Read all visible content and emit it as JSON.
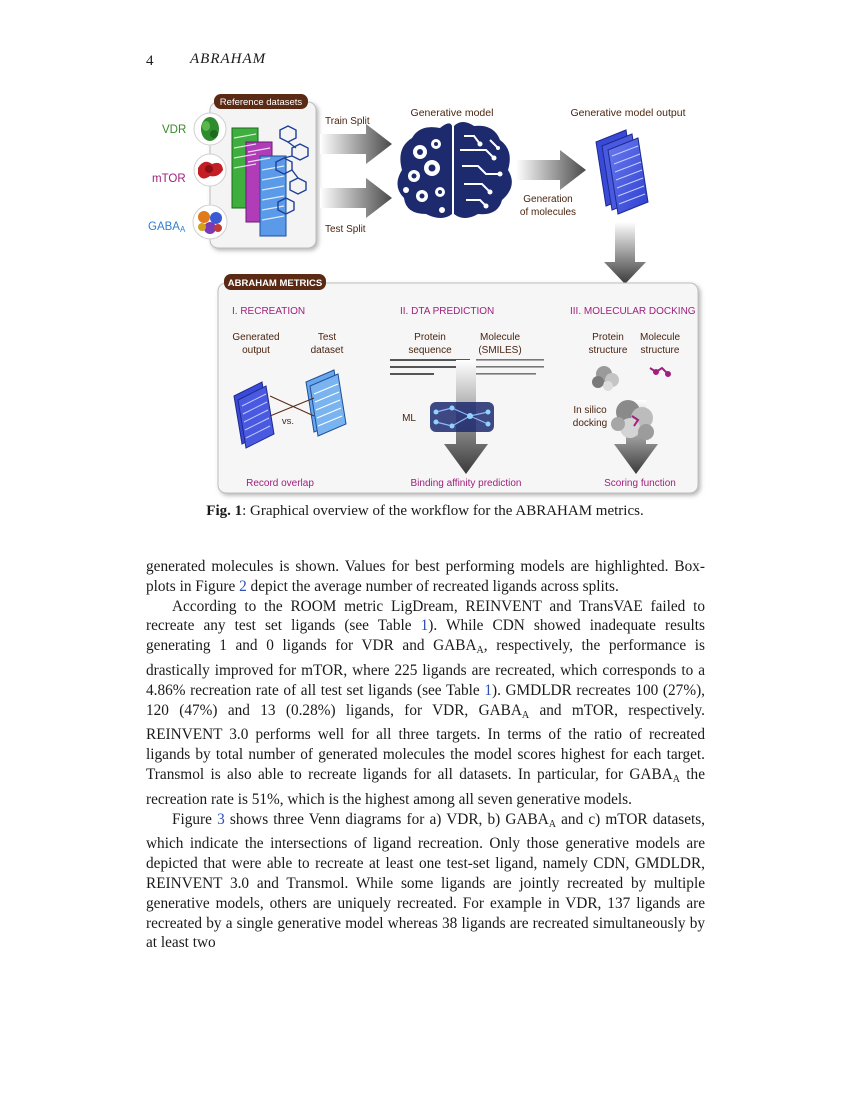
{
  "page": {
    "number": "4",
    "running_head": "ABRAHAM"
  },
  "figure": {
    "reference_datasets_label": "Reference datasets",
    "targets": [
      {
        "name": "VDR",
        "color": "#3a8a2a"
      },
      {
        "name": "mTOR",
        "color": "#a0207e"
      },
      {
        "name": "GABA",
        "sub": "A",
        "color": "#2f7fd0"
      }
    ],
    "train_split": "Train Split",
    "test_split": "Test Split",
    "generative_model": "Generative model",
    "generative_model_output": "Generative model output",
    "generation_line1": "Generation",
    "generation_line2": "of molecules",
    "metrics_title": "ABRAHAM METRICS",
    "sections": {
      "recreation": {
        "title": "I. RECREATION",
        "col1_l1": "Generated",
        "col1_l2": "output",
        "col2_l1": "Test",
        "col2_l2": "dataset",
        "vs": "vs.",
        "footer": "Record overlap"
      },
      "dta": {
        "title": "II. DTA PREDICTION",
        "col1_l1": "Protein",
        "col1_l2": "sequence",
        "col2_l1": "Molecule",
        "col2_l2": "(SMILES)",
        "ml": "ML",
        "footer": "Binding affinity prediction"
      },
      "docking": {
        "title": "III. MOLECULAR DOCKING",
        "col1_l1": "Protein",
        "col1_l2": "structure",
        "col2_l1": "Molecule",
        "col2_l2": "structure",
        "insilico_l1": "In silico",
        "insilico_l2": "docking",
        "footer": "Scoring function"
      }
    },
    "colors": {
      "brown": "#5a2a14",
      "magenta": "#a0207e",
      "blue": "#2f3fd0",
      "navy": "#1d2a6e"
    }
  },
  "caption": {
    "label": "Fig. 1",
    "text": ": Graphical overview of the workflow for the ABRAHAM metrics."
  },
  "body": {
    "p1": "generated molecules is shown. Values for best performing models are highlighted. Box-plots in Figure ",
    "p1_ref": "2",
    "p1_end": " depict the average number of recreated ligands across splits.",
    "p2_a": "According to the ROOM metric LigDream, REINVENT and TransVAE failed to recreate any test set ligands (see Table ",
    "p2_ref1": "1",
    "p2_b": "). While CDN showed inadequate results generating 1 and 0 ligands for VDR and GABA",
    "p2_c": ", respectively, the performance is drastically improved for mTOR, where 225 ligands are recreated, which corresponds to a 4.86% recreation rate of all test set ligands (see Table ",
    "p2_ref2": "1",
    "p2_d": "). GMDLDR recreates 100 (27%), 120 (47%) and 13 (0.28%) ligands, for VDR, GABA",
    "p2_e": " and mTOR, respectively. REINVENT 3.0 performs well for all three targets. In terms of the ratio of recreated ligands by total number of generated molecules the model scores highest for each target. Transmol is also able to recreate ligands for all datasets. In particular, for GABA",
    "p2_f": " the recreation rate is 51%, which is the highest among all seven generative models.",
    "p3_a": "Figure ",
    "p3_ref": "3",
    "p3_b": " shows three Venn diagrams for a) VDR, b) GABA",
    "p3_c": " and c) mTOR datasets, which indicate the intersections of ligand recreation. Only those generative models are depicted that were able to recreate at least one test-set ligand, namely CDN, GMDLDR, REINVENT 3.0 and Transmol. While some ligands are jointly recreated by multiple generative models, others are uniquely recreated. For example in VDR, 137 ligands are recreated by a single generative model whereas 38 ligands are recreated simultaneously by at least two",
    "sub_a": "A"
  }
}
